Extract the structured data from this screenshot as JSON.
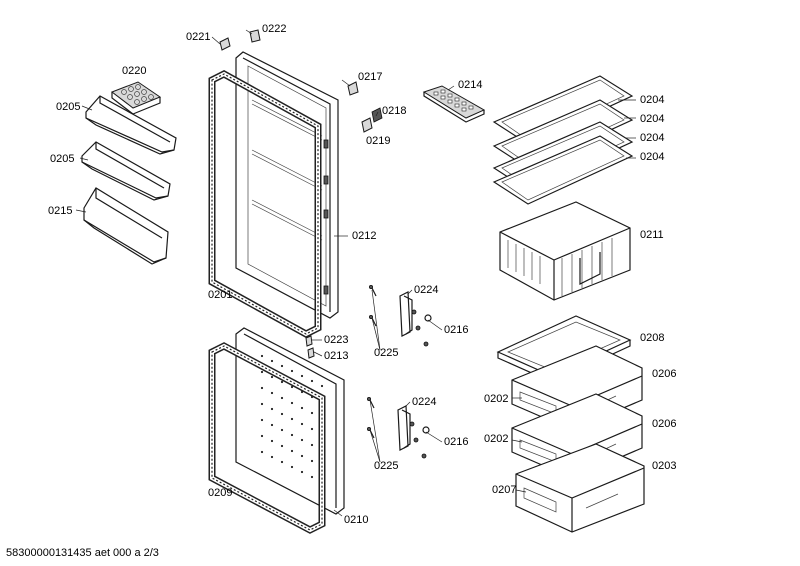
{
  "footer": {
    "text": "58300000131435 aet 000 a 2/3"
  },
  "labels": {
    "l0221": "0221",
    "l0222": "0222",
    "l0220": "0220",
    "l0205a": "0205",
    "l0205b": "0205",
    "l0215": "0215",
    "l0217": "0217",
    "l0218": "0218",
    "l0219": "0219",
    "l0214": "0214",
    "l0204a": "0204",
    "l0204b": "0204",
    "l0204c": "0204",
    "l0204d": "0204",
    "l0212": "0212",
    "l0211": "0211",
    "l0201": "0201",
    "l0224a": "0224",
    "l0216a": "0216",
    "l0223": "0223",
    "l0213": "0213",
    "l0225a": "0225",
    "l0208": "0208",
    "l0202a": "0202",
    "l0206a": "0206",
    "l0224b": "0224",
    "l0216b": "0216",
    "l0202b": "0202",
    "l0206b": "0206",
    "l0225b": "0225",
    "l0207": "0207",
    "l0203": "0203",
    "l0209": "0209",
    "l0210": "0210"
  }
}
